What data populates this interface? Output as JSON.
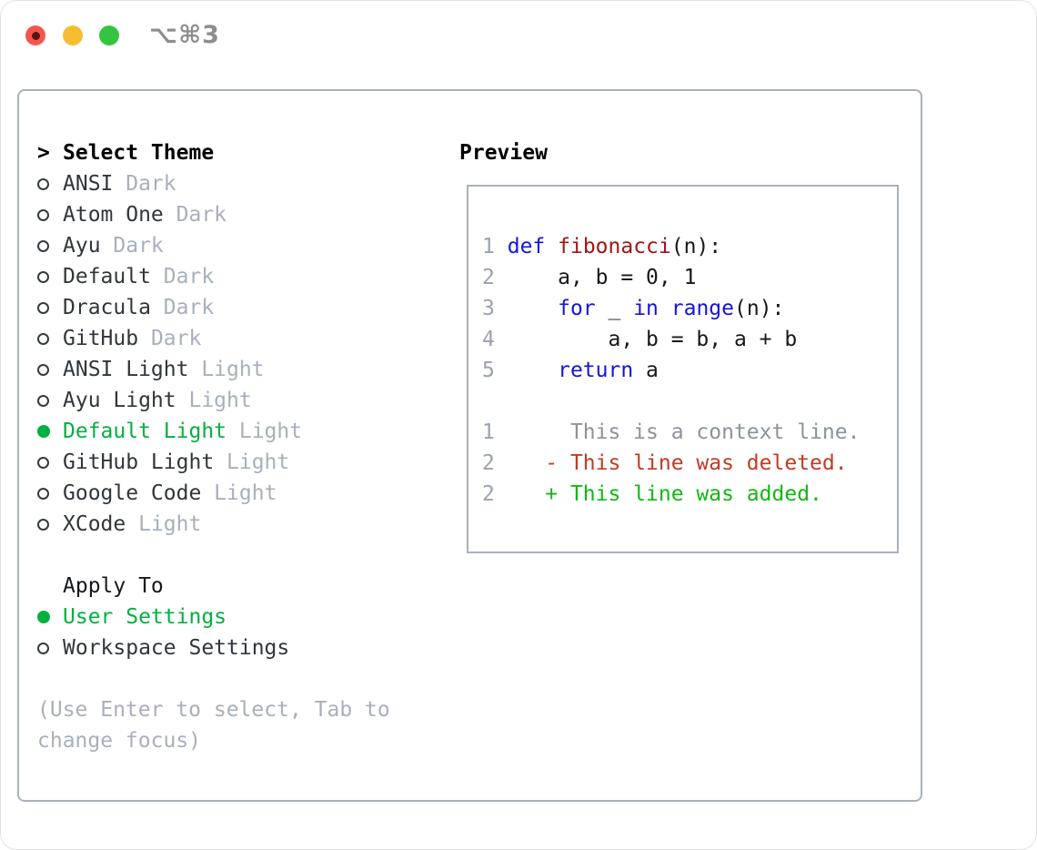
{
  "titlebar": {
    "title": "⌥⌘3"
  },
  "theme_list": {
    "prompt": ">",
    "title": "Select Theme",
    "items": [
      {
        "label": "ANSI",
        "tag": "Dark",
        "selected": false
      },
      {
        "label": "Atom One",
        "tag": "Dark",
        "selected": false
      },
      {
        "label": "Ayu",
        "tag": "Dark",
        "selected": false
      },
      {
        "label": "Default",
        "tag": "Dark",
        "selected": false
      },
      {
        "label": "Dracula",
        "tag": "Dark",
        "selected": false
      },
      {
        "label": "GitHub",
        "tag": "Dark",
        "selected": false
      },
      {
        "label": "ANSI Light",
        "tag": "Light",
        "selected": false
      },
      {
        "label": "Ayu Light",
        "tag": "Light",
        "selected": false
      },
      {
        "label": "Default Light",
        "tag": "Light",
        "selected": true
      },
      {
        "label": "GitHub Light",
        "tag": "Light",
        "selected": false
      },
      {
        "label": "Google Code",
        "tag": "Light",
        "selected": false
      },
      {
        "label": "XCode",
        "tag": "Light",
        "selected": false
      }
    ]
  },
  "apply_to": {
    "title": "Apply To",
    "options": [
      {
        "label": "User Settings",
        "selected": true
      },
      {
        "label": "Workspace Settings",
        "selected": false
      }
    ]
  },
  "hint_lines": [
    "(Use Enter to select, Tab to",
    "change focus)"
  ],
  "preview": {
    "title": "Preview",
    "lines": [
      [],
      [
        {
          "c": "num",
          "t": "1"
        },
        {
          "c": "plain",
          "t": " "
        },
        {
          "c": "kw",
          "t": "def"
        },
        {
          "c": "plain",
          "t": " "
        },
        {
          "c": "fn",
          "t": "fibonacci"
        },
        {
          "c": "plain",
          "t": "(n):"
        }
      ],
      [
        {
          "c": "num",
          "t": "2"
        },
        {
          "c": "plain",
          "t": "     a, b = 0, 1"
        }
      ],
      [
        {
          "c": "num",
          "t": "3"
        },
        {
          "c": "plain",
          "t": "     "
        },
        {
          "c": "kw",
          "t": "for"
        },
        {
          "c": "plain",
          "t": " _ "
        },
        {
          "c": "kw",
          "t": "in"
        },
        {
          "c": "plain",
          "t": " "
        },
        {
          "c": "kw",
          "t": "range"
        },
        {
          "c": "plain",
          "t": "(n):"
        }
      ],
      [
        {
          "c": "num",
          "t": "4"
        },
        {
          "c": "plain",
          "t": "         a, b = b, a + b"
        }
      ],
      [
        {
          "c": "num",
          "t": "5"
        },
        {
          "c": "plain",
          "t": "     "
        },
        {
          "c": "kw",
          "t": "return"
        },
        {
          "c": "plain",
          "t": " a"
        }
      ],
      [],
      [
        {
          "c": "num",
          "t": "1"
        },
        {
          "c": "ctx",
          "t": "      This is a context line."
        }
      ],
      [
        {
          "c": "num",
          "t": "2"
        },
        {
          "c": "del",
          "t": "    - This line was deleted."
        }
      ],
      [
        {
          "c": "num",
          "t": "2"
        },
        {
          "c": "add",
          "t": "    + This line was added."
        }
      ]
    ]
  },
  "colors": {
    "selection_green": "#00b141",
    "added_green": "#12b812",
    "deleted_red": "#c23a22",
    "keyword_blue": "#1414e0",
    "function_red": "#a31515",
    "line_number_gray": "#99a3af",
    "context_gray": "#8b939e",
    "code_black": "#15181c",
    "label_dark": "#30363d",
    "tag_gray": "#a7b0bc",
    "panel_border_gray": "#a9b1bb",
    "traffic_red": "#f4564d",
    "traffic_red_dot": "#5c1210",
    "traffic_yellow": "#f7bd32",
    "traffic_green": "#35c440",
    "titlebar_text_gray": "#8e8e8e"
  }
}
